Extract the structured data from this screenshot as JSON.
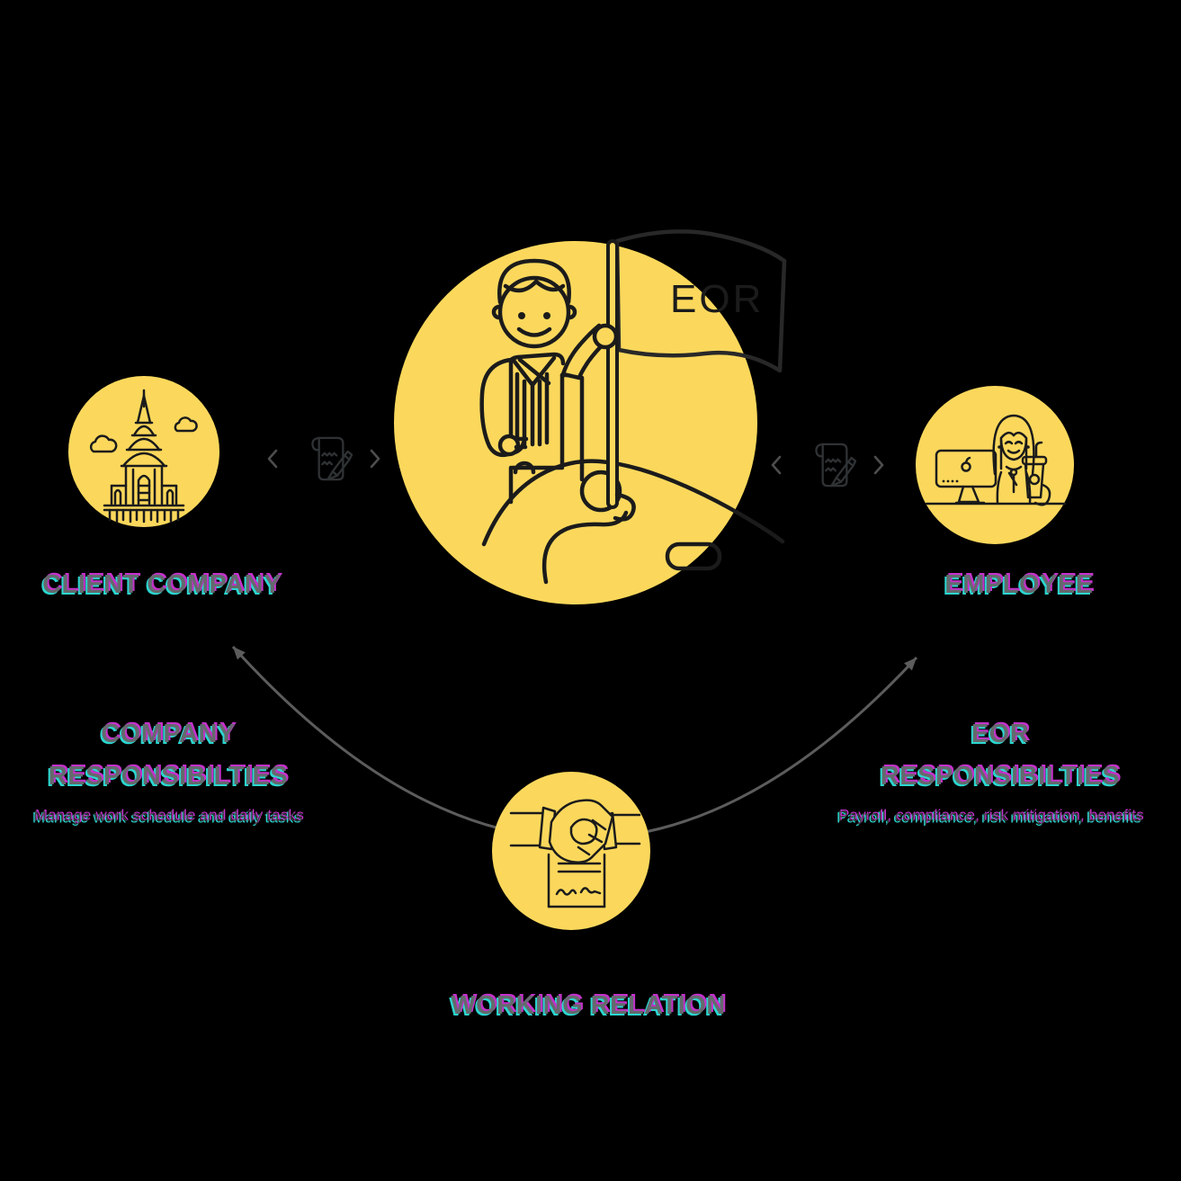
{
  "theme": {
    "background": "#000000",
    "circle_fill": "#FBD85C",
    "icon_line": "#1B1B1B",
    "flag_line": "#282828",
    "mini_line": "#2F3234",
    "chevron": "#4D4D4D",
    "connector": "#5C5C5C",
    "glitch_base": "#64696D",
    "glitch_base_sm": "#3D4247",
    "glitch_cyan": "#2BD7D0",
    "glitch_magenta": "#C431CB"
  },
  "diagram": {
    "center_node": {
      "flag_label": "EOR",
      "icon": "person-with-eor-flag-on-globe"
    },
    "left_node": {
      "label": "CLIENT COMPANY",
      "icon": "office-building"
    },
    "right_node": {
      "label": "EMPLOYEE",
      "icon": "employee-at-desk"
    },
    "bottom_node": {
      "label": "WORKING RELATION",
      "icon": "handshake-contract"
    },
    "left_annotation": {
      "line1": "COMPANY",
      "line2": "RESPONSIBILTIES",
      "subtitle": "Manage work schedule and daily tasks"
    },
    "right_annotation": {
      "line1": "EOR",
      "line2": "RESPONSIBILTIES",
      "subtitle": "Payroll, compliance, risk mitigation, benefits"
    },
    "handoff_icons": [
      "chevron-left",
      "contract-pen",
      "chevron-right"
    ]
  }
}
